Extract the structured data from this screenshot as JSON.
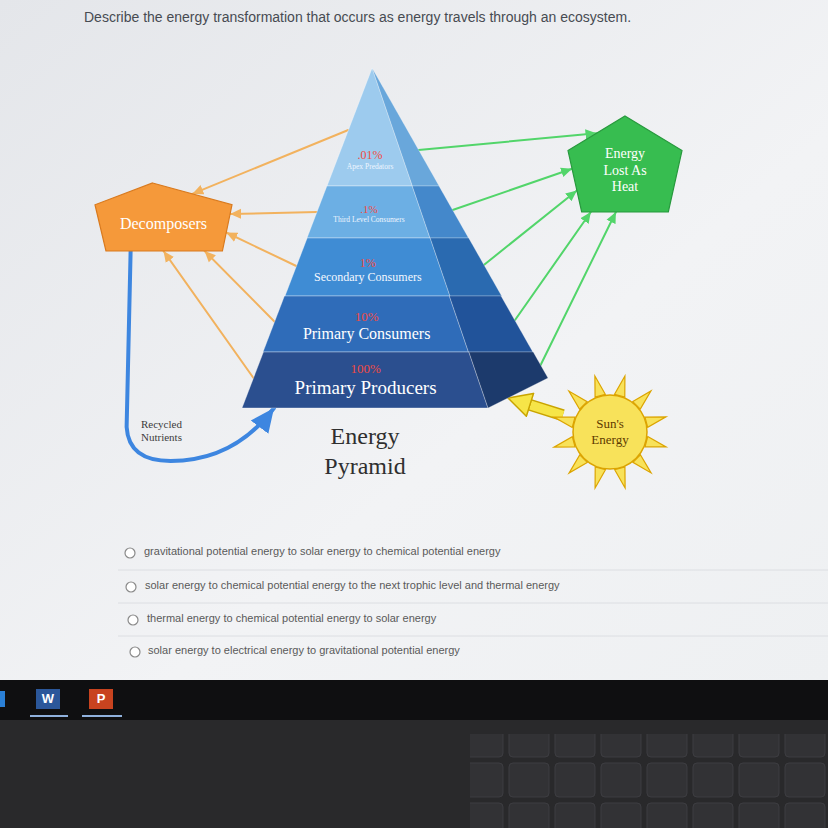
{
  "diagram": {
    "title": "Describe the energy transformation that occurs as energy travels through an ecosystem.",
    "nodes": [
      {
        "text": [
          ".01%",
          "Apex Predators"
        ]
      },
      {
        "text": [
          ".1%",
          "Third Level Consumers"
        ]
      },
      {
        "text": [
          "1%",
          "Secondary Consumers"
        ]
      },
      {
        "text": [
          "10%",
          "Primary Consumers"
        ]
      },
      {
        "text": [
          "100%",
          "Primary Producers"
        ]
      },
      {
        "text": [
          "Decomposers"
        ]
      },
      {
        "text": [
          "Energy Lost As Heat"
        ]
      },
      {
        "text": [
          "Sun's Energy"
        ]
      }
    ],
    "edges": [
      {
        "from": 0,
        "to": 5,
        "arrow": "to"
      },
      {
        "from": 1,
        "to": 5,
        "arrow": "to"
      },
      {
        "from": 2,
        "to": 5,
        "arrow": "to"
      },
      {
        "from": 3,
        "to": 5,
        "arrow": "to"
      },
      {
        "from": 4,
        "to": 5,
        "arrow": "to"
      },
      {
        "from": 0,
        "to": 6,
        "arrow": "to"
      },
      {
        "from": 1,
        "to": 6,
        "arrow": "to"
      },
      {
        "from": 2,
        "to": 6,
        "arrow": "to"
      },
      {
        "from": 3,
        "to": 6,
        "arrow": "to"
      },
      {
        "from": 4,
        "to": 6,
        "arrow": "to"
      },
      {
        "from": 7,
        "to": 4,
        "arrow": "to"
      },
      {
        "from": 5,
        "to": 4,
        "arrow": "to"
      }
    ],
    "labels": [
      "Energy Pyramid",
      "Recycled Nutrients",
      "gravitational potential energy to solar energy to chemical potential energy",
      "solar energy to chemical potential energy to the next trophic level and thermal energy",
      "thermal energy to chemical potential energy to solar energy",
      "solar energy to electrical energy to gravitational potential energy",
      "W",
      "P"
    ]
  }
}
